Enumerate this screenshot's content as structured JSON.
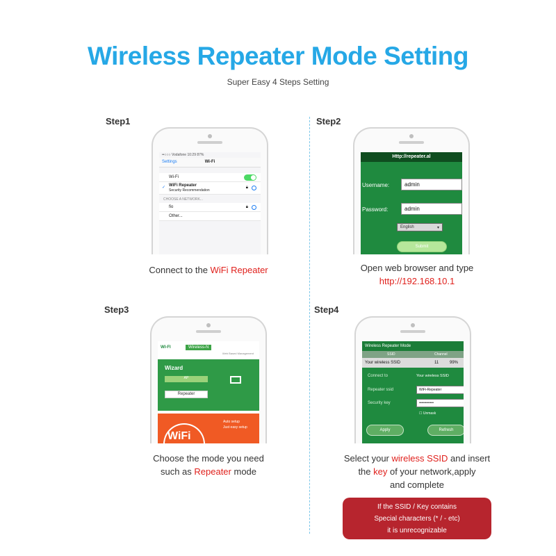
{
  "header": {
    "title": "Wireless Repeater Mode Setting",
    "subtitle": "Super Easy 4 Steps Setting"
  },
  "steps": [
    {
      "label": "Step1",
      "caption_prefix": "Connect to the ",
      "caption_highlight": "WiFi Repeater",
      "screen": {
        "status": "••○○○ Vodafone  10:29  87%",
        "back": "Settings",
        "nav_title": "Wi-Fi",
        "wifi_label": "Wi-Fi",
        "network_name": "WiFi Repeater",
        "network_sub": "Security Recommendation",
        "section": "CHOOSE A NETWORK...",
        "other_network": "fio",
        "other": "Other..."
      }
    },
    {
      "label": "Step2",
      "caption_line1": "Open web browser and type",
      "caption_url": "http://192.168.10.1",
      "screen": {
        "url": "Http://repeater.al",
        "username_label": "Username:",
        "username_value": "admin",
        "password_label": "Password:",
        "password_value": "admin",
        "language": "English",
        "submit": "Submit"
      }
    },
    {
      "label": "Step3",
      "caption_line1": "Choose the mode you need",
      "caption_line2_prefix": "such as ",
      "caption_line2_highlight": "Repeater",
      "caption_line2_suffix": " mode",
      "screen": {
        "logo": "WI-FI",
        "brand": "Wireless-N",
        "small": "Web Based Management",
        "wizard": "Wizard",
        "ap": "AP",
        "repeater": "Repeater",
        "wifi_text": "WiFi",
        "orange_text_1": "Auto setup",
        "orange_text_2": "Just easy setup"
      }
    },
    {
      "label": "Step4",
      "caption_line1_prefix": "Select your ",
      "caption_line1_highlight": "wireless SSID",
      "caption_line1_suffix": " and insert",
      "caption_line2_prefix": "the ",
      "caption_line2_highlight": "key",
      "caption_line2_suffix": " of your network,apply",
      "caption_line3": "and complete",
      "screen": {
        "header": "Wireless Repeater Mode",
        "col_ssid": "SSID",
        "col_channel": "Channel",
        "ssid_row": "Your wireless SSID",
        "ssid_channel": "11",
        "ssid_signal": "99%",
        "connect_label": "Connect to",
        "connect_value": "Your wireless SSID",
        "ssid_label": "Repeater ssid",
        "ssid_value": "WiFi-Repeater",
        "key_label": "Security key",
        "key_value": "••••••••••••",
        "unmask": "Unmask",
        "apply": "Apply",
        "refresh": "Refresh"
      }
    }
  ],
  "note": {
    "line1": "If the SSID / Key contains",
    "line2": "Special characters (* / - etc)",
    "line3": "it is unrecognizable"
  }
}
